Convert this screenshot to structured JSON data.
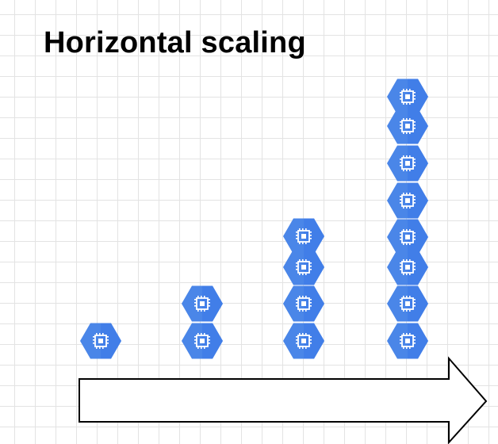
{
  "title": "Horizontal scaling",
  "icon": {
    "name": "compute-engine-icon",
    "fill": "#4a86e8",
    "shade": "#3b78e7",
    "glyph": "#ffffff"
  },
  "stacks": [
    {
      "name": "stack-1-instance",
      "instances": 1
    },
    {
      "name": "stack-2-instances",
      "instances": 2
    },
    {
      "name": "stack-4-instances",
      "instances": 4
    },
    {
      "name": "stack-8-instances",
      "instances": 8
    }
  ],
  "arrow": {
    "name": "growth-arrow",
    "fill": "#ffffff",
    "stroke": "#000000"
  }
}
